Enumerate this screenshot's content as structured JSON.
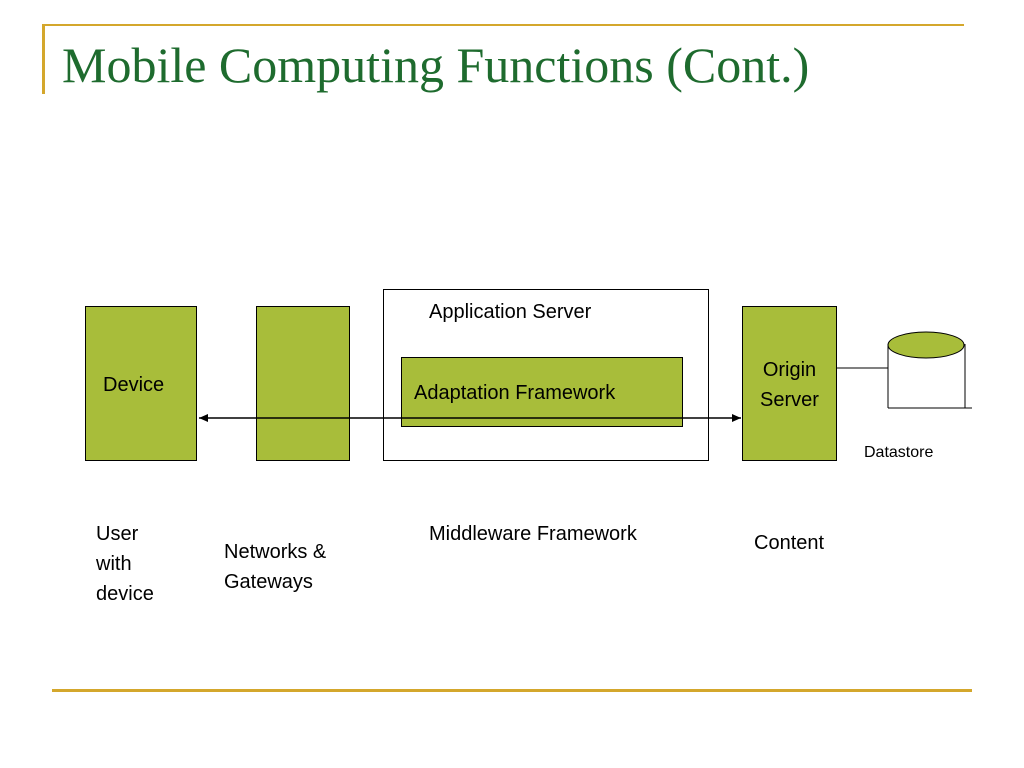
{
  "slide": {
    "title": "Mobile Computing Functions (Cont.)"
  },
  "diagram": {
    "device_label": "Device",
    "app_server_label": "Application Server",
    "adaptation_label": "Adaptation Framework",
    "origin_server_label": "Origin\nServer",
    "datastore_label": "Datastore"
  },
  "captions": {
    "user": "User\nwith\ndevice",
    "networks": "Networks &\nGateways",
    "middleware": "Middleware Framework",
    "content": "Content"
  },
  "colors": {
    "title": "#1e6b2e",
    "accent_lines": "#d4a72c",
    "box_fill": "#a8bd3a"
  }
}
